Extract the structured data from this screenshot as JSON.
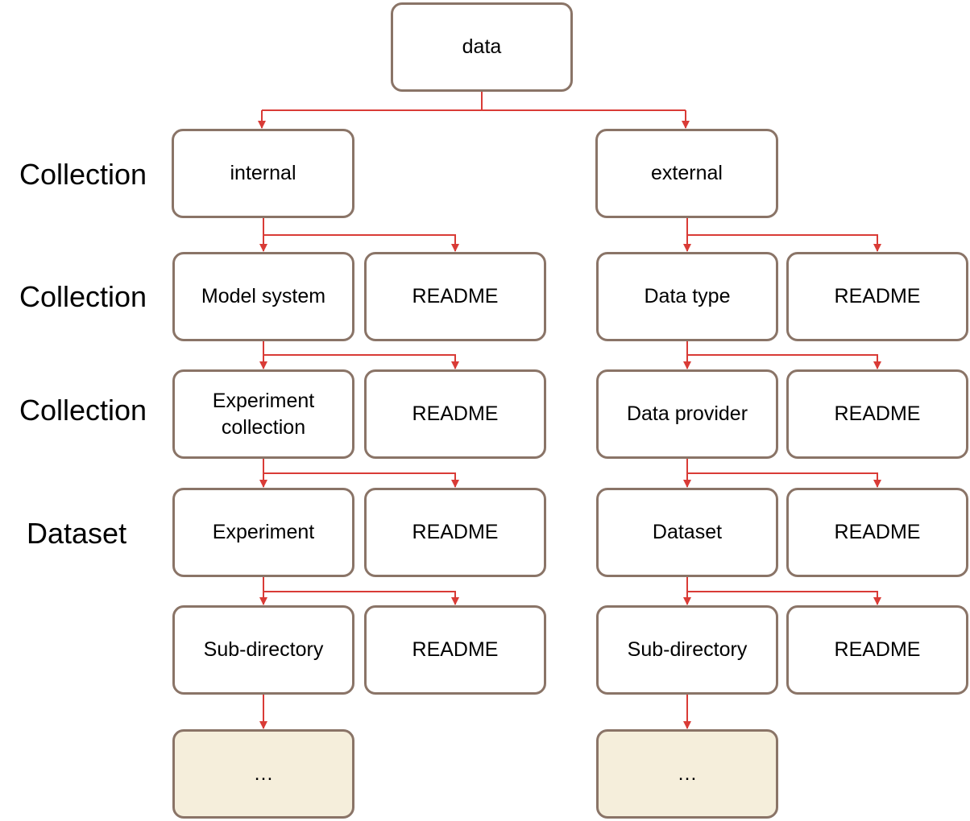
{
  "colors": {
    "box_border": "#8a7467",
    "connector": "#d93b36",
    "ellipsis_fill": "#f5eedb"
  },
  "level_labels": [
    "Collection",
    "Collection",
    "Collection",
    "Dataset"
  ],
  "root": {
    "label": "data"
  },
  "branches": [
    {
      "name": "internal",
      "levels": [
        {
          "label": "Model system",
          "readme": "README"
        },
        {
          "label": "Experiment collection",
          "readme": "README"
        },
        {
          "label": "Experiment",
          "readme": "README"
        },
        {
          "label": "Sub-directory",
          "readme": "README"
        }
      ],
      "continuation": "…"
    },
    {
      "name": "external",
      "levels": [
        {
          "label": "Data type",
          "readme": "README"
        },
        {
          "label": "Data provider",
          "readme": "README"
        },
        {
          "label": "Dataset",
          "readme": "README"
        },
        {
          "label": "Sub-directory",
          "readme": "README"
        }
      ],
      "continuation": "…"
    }
  ]
}
